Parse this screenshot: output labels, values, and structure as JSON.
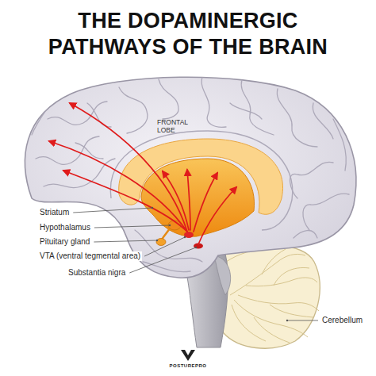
{
  "diagram": {
    "title": "THE DOPAMINERGIC PATHWAYS OF THE BRAIN",
    "labels": [
      "FRONTAL LOBE",
      "Striatum",
      "Hypothalamus",
      "Pituitary gland",
      "VTA (ventral tegmental area)",
      "Substantia nigra",
      "Cerebellum",
      "POSTUREPRO"
    ]
  }
}
